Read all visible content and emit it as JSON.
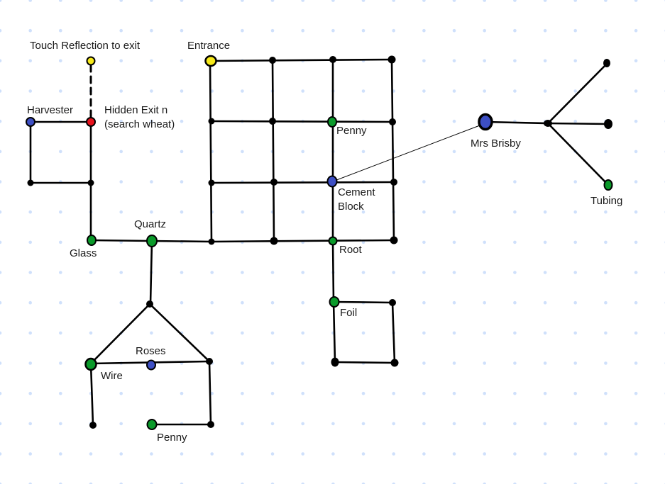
{
  "diagram": {
    "colors": {
      "background": "#ffffff",
      "grid_dot": "#cfe0fb",
      "edge": "#000000",
      "node_black": "#000000",
      "node_green": "#0a9a2a",
      "node_blue": "#3d4fc4",
      "node_yellow": "#f7ea1a",
      "node_red": "#e8121c"
    },
    "labels": {
      "touch_reflection": "Touch Reflection to exit",
      "entrance": "Entrance",
      "harvester": "Harvester",
      "hidden_exit_line1": "Hidden Exit n",
      "hidden_exit_line2": "(search wheat)",
      "penny_top": "Penny",
      "mrs_brisby": "Mrs Brisby",
      "cement_line1": "Cement",
      "cement_line2": "Block",
      "tubing": "Tubing",
      "quartz": "Quartz",
      "glass": "Glass",
      "root": "Root",
      "foil": "Foil",
      "roses": "Roses",
      "wire": "Wire",
      "penny_bottom": "Penny"
    },
    "nodes": [
      {
        "id": "reflection",
        "color": "yellow",
        "item": "Touch Reflection to exit"
      },
      {
        "id": "harvester",
        "color": "blue",
        "item": "Harvester"
      },
      {
        "id": "hidden-exit",
        "color": "red",
        "item": "Hidden Exit n (search wheat)"
      },
      {
        "id": "entrance",
        "color": "yellow",
        "item": "Entrance"
      },
      {
        "id": "penny-top",
        "color": "green",
        "item": "Penny"
      },
      {
        "id": "cement-block",
        "color": "blue",
        "item": "Cement Block"
      },
      {
        "id": "mrs-brisby",
        "color": "blue",
        "item": "Mrs Brisby"
      },
      {
        "id": "tubing",
        "color": "green",
        "item": "Tubing"
      },
      {
        "id": "glass",
        "color": "green",
        "item": "Glass"
      },
      {
        "id": "quartz",
        "color": "green",
        "item": "Quartz"
      },
      {
        "id": "root",
        "color": "green",
        "item": "Root"
      },
      {
        "id": "foil",
        "color": "green",
        "item": "Foil"
      },
      {
        "id": "wire",
        "color": "green",
        "item": "Wire"
      },
      {
        "id": "roses",
        "color": "blue",
        "item": "Roses"
      },
      {
        "id": "penny-bottom",
        "color": "green",
        "item": "Penny"
      }
    ],
    "edges": [
      [
        "reflection",
        "hidden-exit",
        "dashed"
      ],
      [
        "harvester",
        "hidden-exit",
        "solid"
      ],
      [
        "cement-block",
        "mrs-brisby",
        "thin"
      ]
    ]
  }
}
